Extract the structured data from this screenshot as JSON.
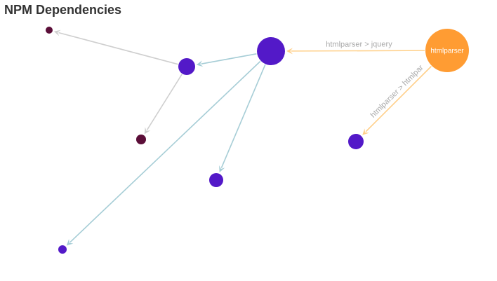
{
  "title": "NPM Dependencies",
  "chart_data": {
    "type": "network",
    "title": "NPM Dependencies",
    "nodes": [
      {
        "id": "htmlparser",
        "label": "htmlparser",
        "color": "#ff9c33"
      },
      {
        "id": "jquery",
        "label": "",
        "color": "#5319c8"
      },
      {
        "id": "n_mid",
        "label": "",
        "color": "#5319c8"
      },
      {
        "id": "n_topleft",
        "label": "",
        "color": "#5b0e38"
      },
      {
        "id": "n_midleft",
        "label": "",
        "color": "#5b0e38"
      },
      {
        "id": "n_center",
        "label": "",
        "color": "#5319c8"
      },
      {
        "id": "n_bottomleft",
        "label": "",
        "color": "#5319c8"
      },
      {
        "id": "n_right",
        "label": "",
        "color": "#5319c8"
      }
    ],
    "edges": [
      {
        "source": "htmlparser",
        "target": "jquery",
        "label": "htmlparser > jquery",
        "color": "#ffd08a"
      },
      {
        "source": "htmlparser",
        "target": "n_right",
        "label": "htmlparser > htmlpar",
        "color": "#ffd08a"
      },
      {
        "source": "jquery",
        "target": "n_mid",
        "label": "",
        "color": "#a6cdd6"
      },
      {
        "source": "jquery",
        "target": "n_center",
        "label": "",
        "color": "#a6cdd6"
      },
      {
        "source": "jquery",
        "target": "n_bottomleft",
        "label": "",
        "color": "#a6cdd6"
      },
      {
        "source": "n_mid",
        "target": "n_topleft",
        "label": "",
        "color": "#cfcfcf"
      },
      {
        "source": "n_mid",
        "target": "n_midleft",
        "label": "",
        "color": "#cfcfcf"
      }
    ]
  }
}
